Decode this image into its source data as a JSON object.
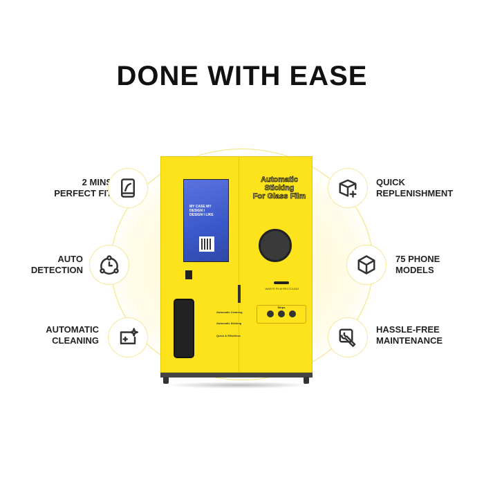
{
  "title": "DONE WITH EASE",
  "features_left": [
    {
      "line1": "2 MINS",
      "line2": "PERFECT FIT",
      "icon": "phone-film-icon"
    },
    {
      "line1": "AUTO",
      "line2": "DETECTION",
      "icon": "clock-cycle-icon"
    },
    {
      "line1": "AUTOMATIC",
      "line2": "CLEANING",
      "icon": "sparkle-screen-icon"
    }
  ],
  "features_right": [
    {
      "line1": "QUICK",
      "line2": "REPLENISHMENT",
      "icon": "box-plus-icon"
    },
    {
      "line1": "75 PHONE",
      "line2": "MODELS",
      "icon": "cube-icon"
    },
    {
      "line1": "HASSLE-FREE",
      "line2": "MAINTENANCE",
      "icon": "wrench-icon"
    }
  ],
  "machine": {
    "brand_line1": "Automatic",
    "brand_line2": "Sticking",
    "brand_line3": "For Glass Film",
    "screen_text": "MY CASE MY DESIGN I DESIGN I LIKE",
    "waste_label": "WASTE FILM RECYCLING",
    "steps_label": "Steps",
    "feature_tags": [
      "Automatic Cleaning",
      "Automatic Sticking",
      "Quick & Effortless"
    ]
  }
}
